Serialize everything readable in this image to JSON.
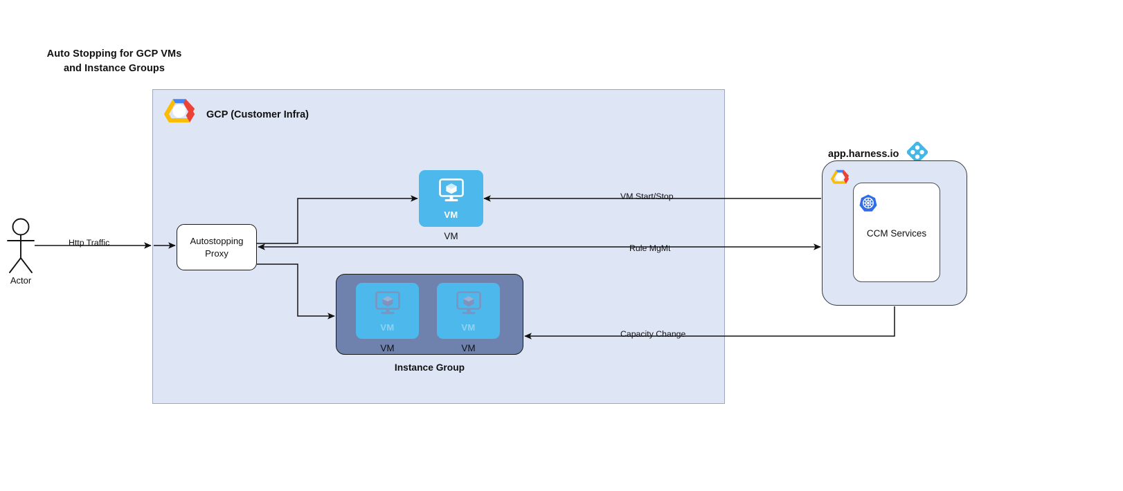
{
  "title": {
    "line1": "Auto Stopping for GCP VMs",
    "line2": "and Instance Groups"
  },
  "actor": {
    "label": "Actor",
    "icon": "actor-stick-figure-icon"
  },
  "gcp": {
    "title": "GCP (Customer Infra)",
    "logo_icon": "gcp-logo-icon",
    "background": "#dee6f6",
    "border": "#9aa7bf"
  },
  "proxy": {
    "line1": "Autostopping",
    "line2": "Proxy"
  },
  "vm_standalone": {
    "inner_label": "VM",
    "caption": "VM",
    "icon": "vm-monitor-cube-icon",
    "color": "#4db8ec"
  },
  "instance_group": {
    "caption": "Instance Group",
    "color": "#6f82ae",
    "members": [
      {
        "inner_label": "VM",
        "caption": "VM",
        "icon": "vm-monitor-cube-icon"
      },
      {
        "inner_label": "VM",
        "caption": "VM",
        "icon": "vm-monitor-cube-icon"
      }
    ]
  },
  "harness": {
    "title": "app.harness.io",
    "logo_icon": "harness-diamond-logo-icon",
    "gcp_badge_icon": "gcp-logo-icon",
    "service": {
      "label": "CCM Services",
      "icon": "kubernetes-helm-icon"
    },
    "background": "#dee6f6",
    "accent": "#43b7e8"
  },
  "edges": [
    {
      "id": "http-traffic",
      "label": "Http Traffic"
    },
    {
      "id": "vm-start-stop",
      "label": "VM Start/Stop"
    },
    {
      "id": "rule-mgmt",
      "label": "Rule MgMt"
    },
    {
      "id": "capacity-change",
      "label": "Capacity Change"
    }
  ],
  "edge_labels": {
    "http_traffic": "Http Traffic",
    "vm_start_stop": "VM Start/Stop",
    "rule_mgmt": "Rule MgMt",
    "capacity_change": "Capacity Change"
  }
}
